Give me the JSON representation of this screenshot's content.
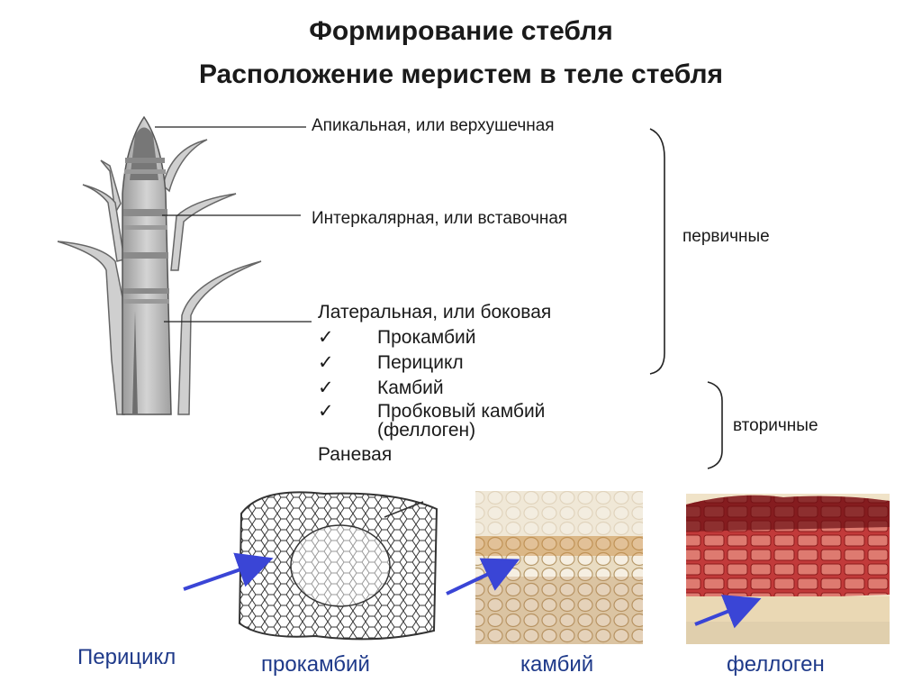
{
  "slide": {
    "title_line1": "Формирование стебля",
    "title_line2": "Расположение меристем в теле стебля"
  },
  "labels": {
    "apical": "Апикальная, или верхушечная",
    "intercalary": "Интеркалярная, или вставочная",
    "lateral": "Латеральная, или боковая",
    "wound": "Раневая"
  },
  "lateral_types": [
    {
      "check": "✓",
      "name": "Прокамбий"
    },
    {
      "check": "✓",
      "name": "Перицикл"
    },
    {
      "check": "✓",
      "name": "Камбий"
    },
    {
      "check": "✓",
      "name": "Пробковый камбий"
    }
  ],
  "phellogen_paren": "(феллоген)",
  "groups": {
    "primary": "первичные",
    "secondary": "вторичные"
  },
  "captions": {
    "pericycle": "Перицикл",
    "procambium": "прокамбий",
    "cambium": "камбий",
    "phellogen": "феллоген"
  },
  "colors": {
    "arrow": "#3a45d6",
    "caption": "#1f3a8a"
  }
}
